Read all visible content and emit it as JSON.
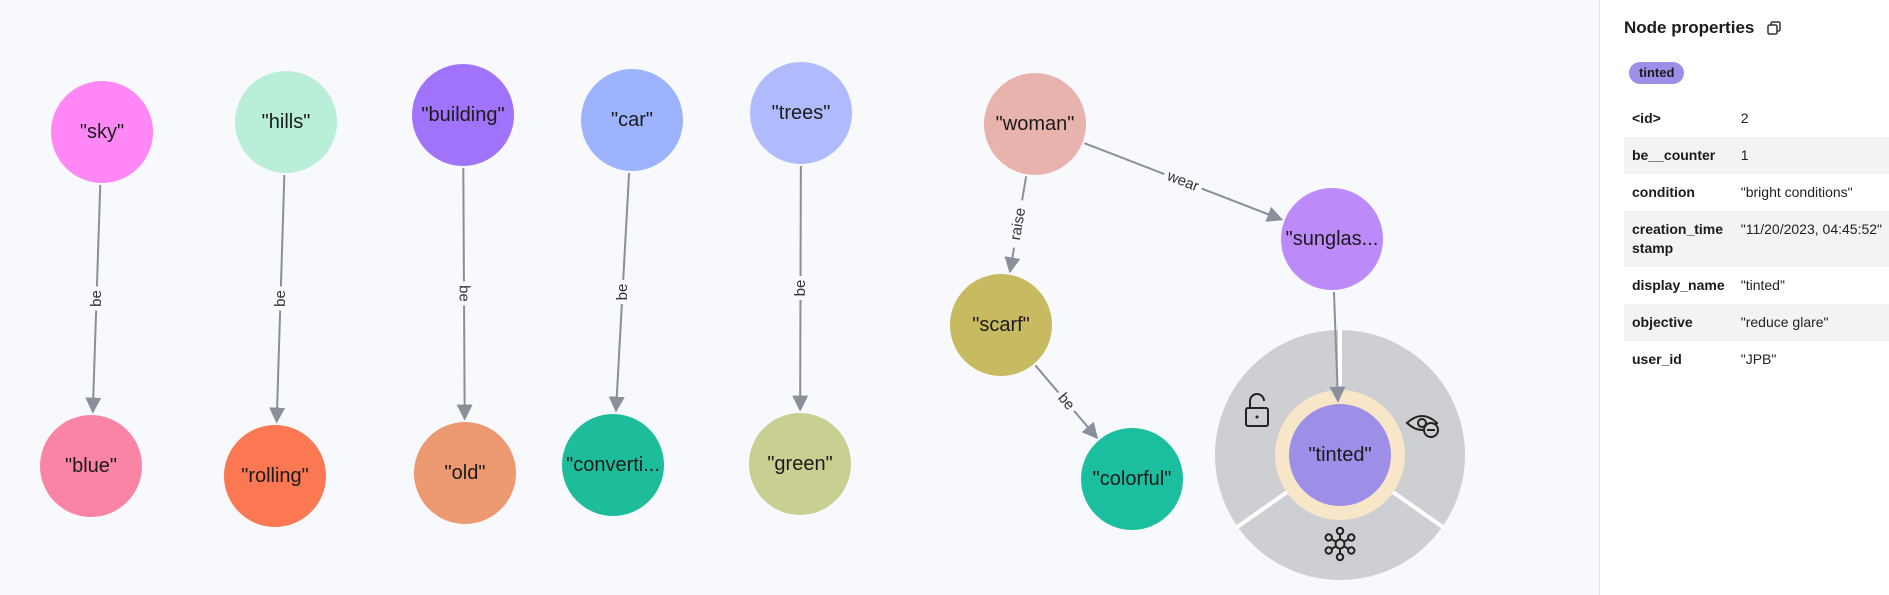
{
  "graph": {
    "nodes": [
      {
        "id": "sky",
        "label": "\"sky\"",
        "color": "#ff88f6"
      },
      {
        "id": "hills",
        "label": "\"hills\"",
        "color": "#b9eed8"
      },
      {
        "id": "building",
        "label": "\"building\"",
        "color": "#a073fa"
      },
      {
        "id": "car",
        "label": "\"car\"",
        "color": "#9db3fd"
      },
      {
        "id": "trees",
        "label": "\"trees\"",
        "color": "#afbbfd"
      },
      {
        "id": "woman",
        "label": "\"woman\"",
        "color": "#e9b3ad"
      },
      {
        "id": "sunglasses",
        "label": "\"sunglas...",
        "color": "#bd8afa"
      },
      {
        "id": "scarf",
        "label": "\"scarf\"",
        "color": "#c7ba60"
      },
      {
        "id": "colorful",
        "label": "\"colorful\"",
        "color": "#1bbf9f"
      },
      {
        "id": "blue",
        "label": "\"blue\"",
        "color": "#f984a6"
      },
      {
        "id": "rolling",
        "label": "\"rolling\"",
        "color": "#fb7852"
      },
      {
        "id": "old",
        "label": "\"old\"",
        "color": "#ec9871"
      },
      {
        "id": "convertible",
        "label": "\"converti...",
        "color": "#1dbd9b"
      },
      {
        "id": "green",
        "label": "\"green\"",
        "color": "#c9ce91"
      },
      {
        "id": "tinted",
        "label": "\"tinted\"",
        "color": "#9d8ee8"
      }
    ],
    "edges": [
      {
        "from": "sky",
        "to": "blue",
        "label": "be"
      },
      {
        "from": "hills",
        "to": "rolling",
        "label": "be"
      },
      {
        "from": "building",
        "to": "old",
        "label": "be"
      },
      {
        "from": "car",
        "to": "convertible",
        "label": "be"
      },
      {
        "from": "trees",
        "to": "green",
        "label": "be"
      },
      {
        "from": "woman",
        "to": "sunglasses",
        "label": "wear"
      },
      {
        "from": "woman",
        "to": "scarf",
        "label": "raise"
      },
      {
        "from": "scarf",
        "to": "colorful",
        "label": "be"
      },
      {
        "from": "sunglasses",
        "to": "tinted",
        "label": ""
      }
    ],
    "selected_node": "tinted",
    "radial_menu": {
      "items": [
        {
          "name": "unlock-icon"
        },
        {
          "name": "hide-eye-icon"
        },
        {
          "name": "expand-graph-icon"
        }
      ]
    },
    "colors": {
      "canvas_bg": "#f7f9fd",
      "edge": "#8a8f99",
      "selection_ring": "#f7e6c7",
      "menu_bg": "#cdcfd3"
    }
  },
  "panel": {
    "title": "Node properties",
    "copy_icon": "copy-icon",
    "badge": "tinted",
    "badge_color": "#9d8ee8",
    "properties": [
      {
        "key": "<id>",
        "value": "2"
      },
      {
        "key": "be__counter",
        "value": "1"
      },
      {
        "key": "condition",
        "value": "\"bright conditions\""
      },
      {
        "key": "creation_timestamp",
        "value": "\"11/20/2023, 04:45:52\""
      },
      {
        "key": "display_name",
        "value": "\"tinted\""
      },
      {
        "key": "objective",
        "value": "\"reduce glare\""
      },
      {
        "key": "user_id",
        "value": "\"JPB\""
      }
    ]
  }
}
